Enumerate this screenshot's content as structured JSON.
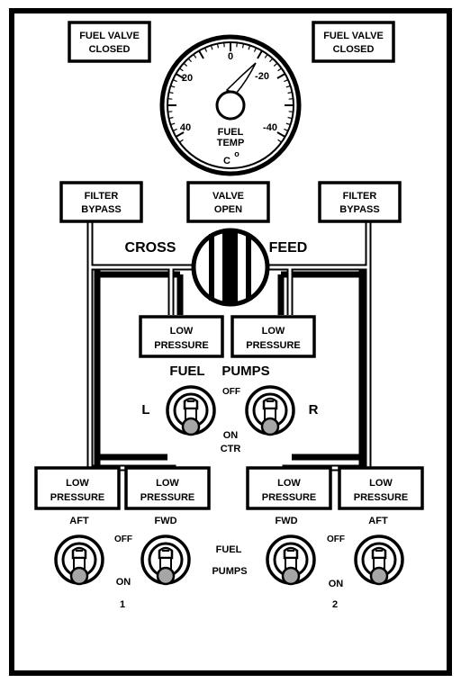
{
  "annunciators": {
    "fuel_valve_left": {
      "line1": "FUEL VALVE",
      "line2": "CLOSED"
    },
    "fuel_valve_right": {
      "line1": "FUEL VALVE",
      "line2": "CLOSED"
    },
    "filter_bypass_left": {
      "line1": "FILTER",
      "line2": "BYPASS"
    },
    "valve_open": {
      "line1": "VALVE",
      "line2": "OPEN"
    },
    "filter_bypass_right": {
      "line1": "FILTER",
      "line2": "BYPASS"
    },
    "low_pressure_ctr_l": {
      "line1": "LOW",
      "line2": "PRESSURE"
    },
    "low_pressure_ctr_r": {
      "line1": "LOW",
      "line2": "PRESSURE"
    },
    "low_pressure_1_aft": {
      "line1": "LOW",
      "line2": "PRESSURE"
    },
    "low_pressure_1_fwd": {
      "line1": "LOW",
      "line2": "PRESSURE"
    },
    "low_pressure_2_fwd": {
      "line1": "LOW",
      "line2": "PRESSURE"
    },
    "low_pressure_2_aft": {
      "line1": "LOW",
      "line2": "PRESSURE"
    }
  },
  "gauge": {
    "title_line1": "FUEL",
    "title_line2": "TEMP",
    "unit": "C",
    "degree_mark": "o",
    "scale_labels": [
      "40",
      "20",
      "0",
      "-20",
      "-40"
    ],
    "needle_value": -16
  },
  "crossfeed": {
    "label_left": "CROSS",
    "label_right": "FEED"
  },
  "center_pumps": {
    "label_fuel": "FUEL",
    "label_pumps": "PUMPS",
    "off": "OFF",
    "on": "ON",
    "ctr": "CTR",
    "left": "L",
    "right": "R"
  },
  "main_pumps": {
    "aft_left": "AFT",
    "fwd_left": "FWD",
    "fwd_right": "FWD",
    "aft_right": "AFT",
    "off_left": "OFF",
    "on_left": "ON",
    "off_right": "OFF",
    "on_right": "ON",
    "fuel": "FUEL",
    "pumps": "PUMPS",
    "number_1": "1",
    "number_2": "2"
  }
}
